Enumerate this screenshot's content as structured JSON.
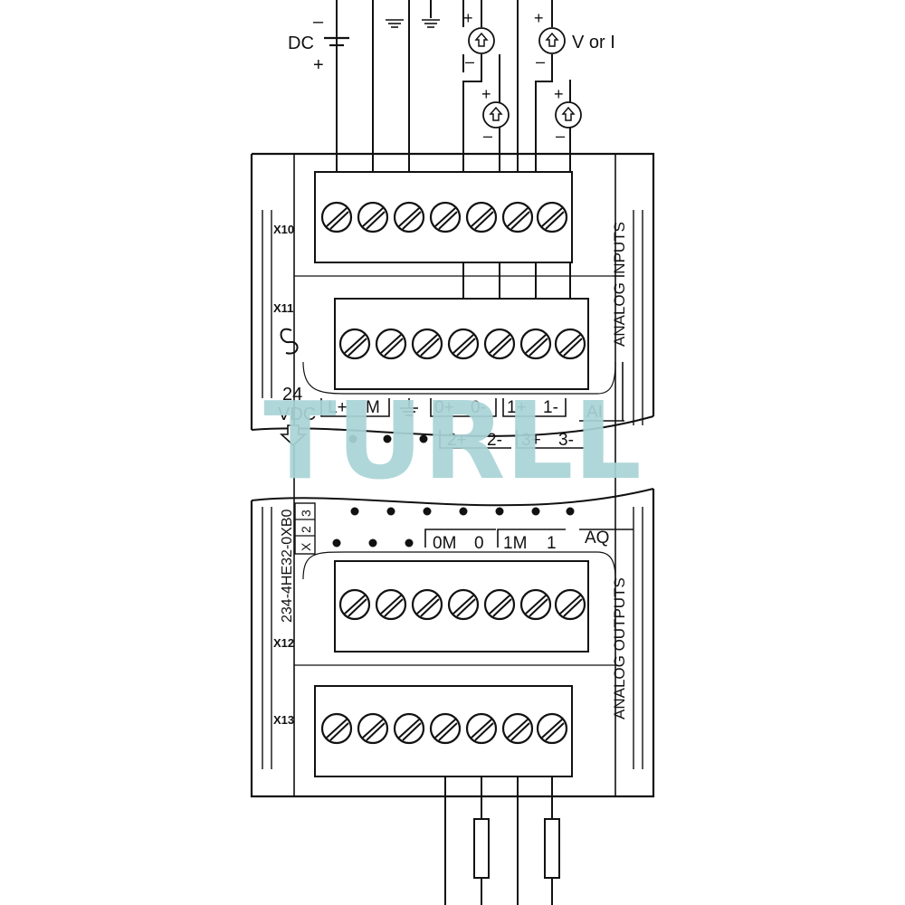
{
  "supply": {
    "source_label": "DC",
    "minus": "–",
    "plus": "+"
  },
  "inputs": {
    "source_label": "V or I",
    "minus": "–",
    "plus": "+"
  },
  "connectors": {
    "x10": "X10",
    "x11": "X11",
    "x12": "X12",
    "x13": "X13"
  },
  "side_labels": {
    "analog_inputs": "ANALOG INPUTS",
    "analog_outputs": "ANALOG OUTPUTS"
  },
  "power": {
    "line1": "24",
    "line2": "VDC"
  },
  "terminals": {
    "row1": [
      "L+",
      "M",
      "0+",
      "0-",
      "1+",
      "1-"
    ],
    "row2": [
      "2+",
      "2-",
      "3+",
      "3-"
    ],
    "ai_label": "AI",
    "aq_row": [
      "0M",
      "0",
      "1M",
      "1"
    ],
    "aq_label": "AQ"
  },
  "part_number": "234-4HE32-0XB0",
  "version_box": [
    "X",
    "2",
    "3"
  ],
  "watermark": "TURLL"
}
